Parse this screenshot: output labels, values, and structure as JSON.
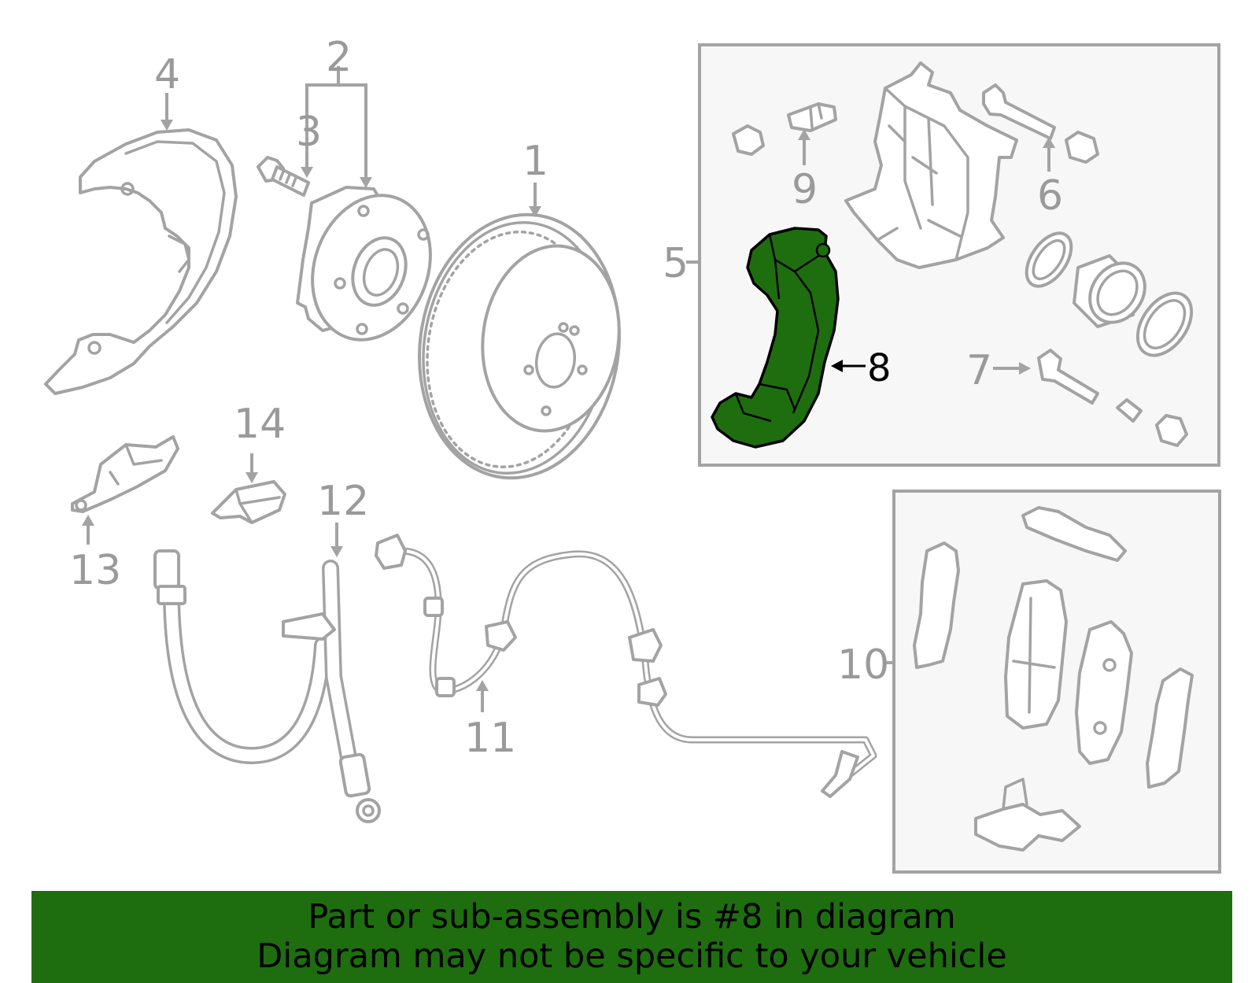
{
  "labels": {
    "p1": "1",
    "p2": "2",
    "p3": "3",
    "p4": "4",
    "p5": "5",
    "p6": "6",
    "p7": "7",
    "p8": "8",
    "p9": "9",
    "p10": "10",
    "p11": "11",
    "p12": "12",
    "p13": "13",
    "p14": "14"
  },
  "highlighted_part": "8",
  "banner": {
    "line1": "Part or sub-assembly is #8 in diagram",
    "line2": "Diagram may not be specific to your vehicle"
  },
  "colors": {
    "highlight": "#1e6e10",
    "banner_bg": "#1e6e10",
    "part_stroke": "#a3a3a3",
    "label_gray": "#9a9a9a",
    "box_bg": "#f7f7f7"
  }
}
